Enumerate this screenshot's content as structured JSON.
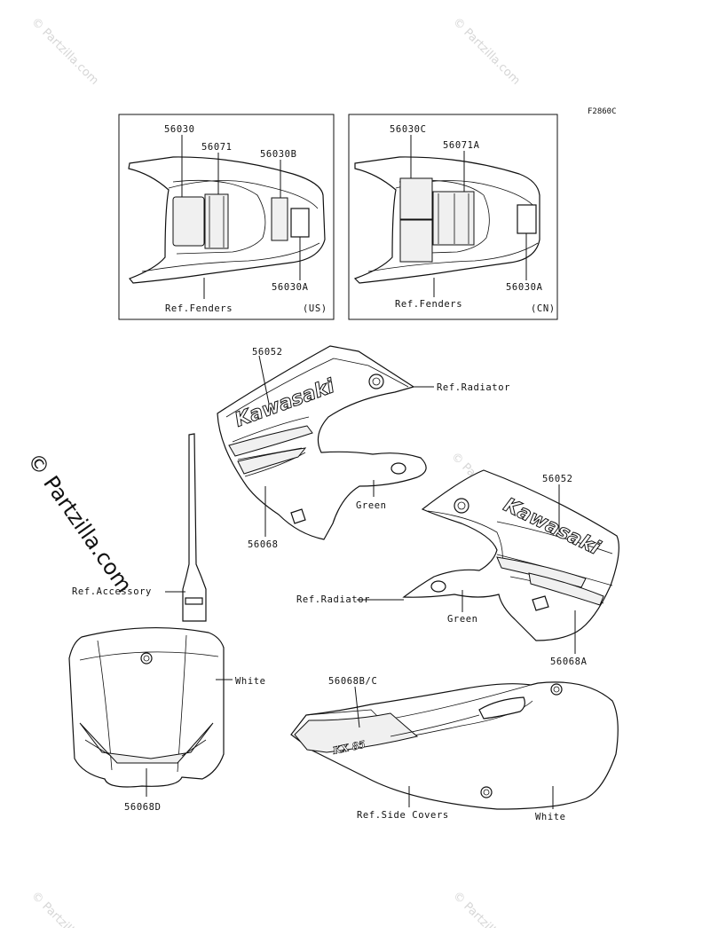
{
  "diagram_code": "F2860C",
  "watermark": {
    "text": "© Partzilla.com",
    "big_text": "© Partzilla.com"
  },
  "brand": {
    "name": "Kawasaki",
    "model_mark": "KX 85"
  },
  "panels": {
    "us": {
      "region": "(US)",
      "labels": {
        "p56030": "56030",
        "p56071": "56071",
        "p56030b": "56030B",
        "p56030a": "56030A"
      },
      "ref": "Ref.Fenders"
    },
    "cn": {
      "region": "(CN)",
      "labels": {
        "p56030c": "56030C",
        "p56071a": "56071A",
        "p56030a": "56030A"
      },
      "ref": "Ref.Fenders"
    }
  },
  "shroud_left": {
    "part_top": "56052",
    "part_bottom": "56068",
    "ref": "Ref.Radiator",
    "color": "Green"
  },
  "shroud_right": {
    "part_top": "56052",
    "part_bottom": "56068A",
    "ref": "Ref.Radiator",
    "color": "Green"
  },
  "number_plate": {
    "ref": "Ref.Accessory",
    "color": "White",
    "part": "56068D"
  },
  "side_cover": {
    "part": "56068B/C",
    "ref": "Ref.Side Covers",
    "color": "White"
  }
}
